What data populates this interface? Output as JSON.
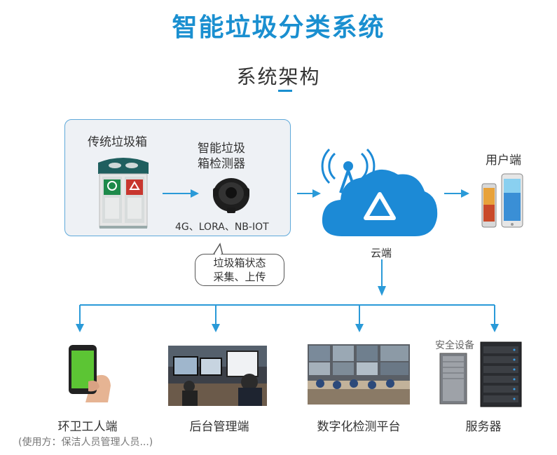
{
  "header": {
    "title": "智能垃圾分类系统",
    "subtitle": "系统架构"
  },
  "top_row": {
    "traditional_bin": "传统垃圾箱",
    "detector_line1": "智能垃圾",
    "detector_line2": "箱检测器",
    "protocols": "4G、LORA、NB-IOT",
    "bubble_line1": "垃圾箱状态",
    "bubble_line2": "采集、上传",
    "cloud": "云端",
    "user_end": "用户端"
  },
  "bottom_row": {
    "sanitation_worker": "环卫工人端",
    "sanitation_note": "(使用方：保洁人员管理人员...)",
    "backend": "后台管理端",
    "digital_platform": "数字化检测平台",
    "security_device": "安全设备",
    "server": "服务器"
  },
  "colors": {
    "accent": "#1a8fd0",
    "cloud": "#1c8ad6",
    "arrow": "#2a9ad8"
  }
}
